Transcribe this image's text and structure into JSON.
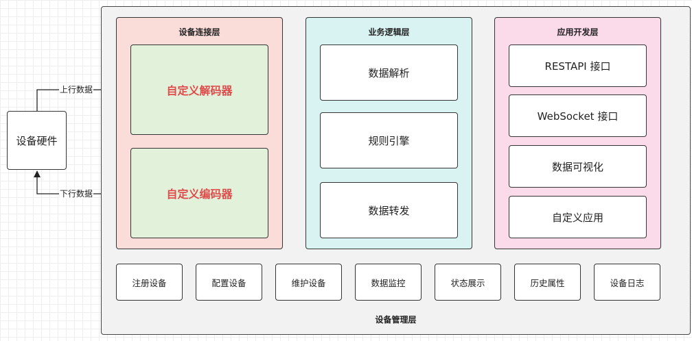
{
  "device": {
    "label": "设备硬件"
  },
  "edges": {
    "uplink": "上行数据",
    "downlink": "下行数据"
  },
  "layers": {
    "connection": {
      "title": "设备连接层",
      "decoder": "自定义解码器",
      "encoder": "自定义编码器"
    },
    "business": {
      "title": "业务逻辑层",
      "items": [
        "数据解析",
        "规则引擎",
        "数据转发"
      ]
    },
    "application": {
      "title": "应用开发层",
      "items": [
        "RESTAPI 接口",
        "WebSocket 接口",
        "数据可视化",
        "自定义应用"
      ]
    },
    "management": {
      "title": "设备管理层",
      "items": [
        "注册设备",
        "配置设备",
        "维护设备",
        "数据监控",
        "状态展示",
        "历史属性",
        "设备日志"
      ]
    }
  },
  "colors": {
    "connection_bg": "#fadcd9",
    "business_bg": "#d9f3f3",
    "application_bg": "#fbdaea",
    "codec_bg": "#e2f2da",
    "codec_text": "#e04b4b",
    "outer_bg": "#f2f2f2"
  }
}
